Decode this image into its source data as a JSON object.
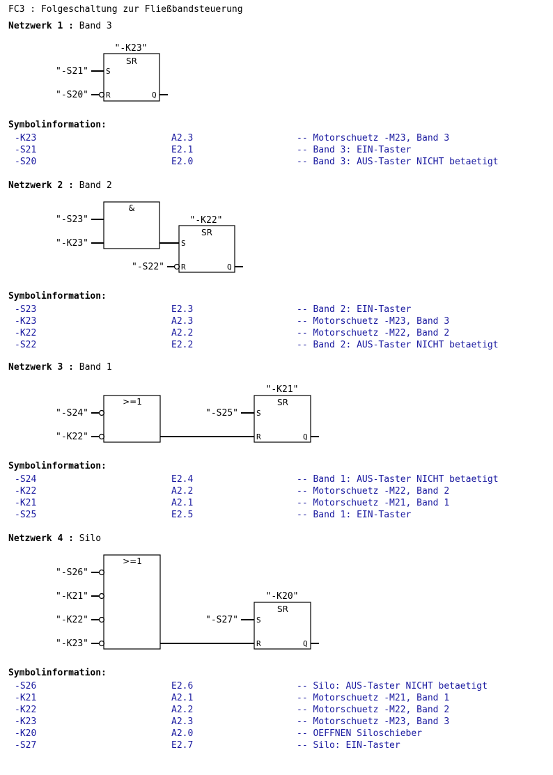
{
  "title": "FC3 : Folgeschaltung zur Fließbandsteuerung",
  "sym_header": "Symbolinformation:",
  "networks": [
    {
      "label": "Netzwerk 1",
      "sep": ":",
      "name": "Band 3",
      "blocks": {
        "sr_type": "SR",
        "sr_name": "\"-K23\"",
        "pin_s": "S",
        "pin_r": "R",
        "pin_q": "Q"
      },
      "inputs": {
        "s": "\"-S21\"",
        "r": "\"-S20\""
      },
      "symbols": [
        {
          "sym": "-K23",
          "addr": "A2.3",
          "comment": "-- Motorschuetz -M23, Band 3"
        },
        {
          "sym": "-S21",
          "addr": "E2.1",
          "comment": "-- Band 3: EIN-Taster"
        },
        {
          "sym": "-S20",
          "addr": "E2.0",
          "comment": "-- Band 3: AUS-Taster NICHT betaetigt"
        }
      ]
    },
    {
      "label": "Netzwerk 2",
      "sep": ":",
      "name": "Band 2",
      "blocks": {
        "logic_type": "&",
        "sr_type": "SR",
        "sr_name": "\"-K22\"",
        "pin_s": "S",
        "pin_r": "R",
        "pin_q": "Q"
      },
      "inputs": {
        "in1": "\"-S23\"",
        "in2": "\"-K23\"",
        "r": "\"-S22\""
      },
      "symbols": [
        {
          "sym": "-S23",
          "addr": "E2.3",
          "comment": "-- Band 2: EIN-Taster"
        },
        {
          "sym": "-K23",
          "addr": "A2.3",
          "comment": "-- Motorschuetz -M23, Band 3"
        },
        {
          "sym": "-K22",
          "addr": "A2.2",
          "comment": "-- Motorschuetz -M22, Band 2"
        },
        {
          "sym": "-S22",
          "addr": "E2.2",
          "comment": "-- Band 2: AUS-Taster NICHT betaetigt"
        }
      ]
    },
    {
      "label": "Netzwerk 3",
      "sep": ":",
      "name": "Band 1",
      "blocks": {
        "logic_type": ">=1",
        "sr_type": "SR",
        "sr_name": "\"-K21\"",
        "pin_s": "S",
        "pin_r": "R",
        "pin_q": "Q"
      },
      "inputs": {
        "in1": "\"-S24\"",
        "in2": "\"-K22\"",
        "s": "\"-S25\""
      },
      "symbols": [
        {
          "sym": "-S24",
          "addr": "E2.4",
          "comment": "-- Band 1: AUS-Taster NICHT betaetigt"
        },
        {
          "sym": "-K22",
          "addr": "A2.2",
          "comment": "-- Motorschuetz -M22, Band 2"
        },
        {
          "sym": "-K21",
          "addr": "A2.1",
          "comment": "-- Motorschuetz -M21, Band 1"
        },
        {
          "sym": "-S25",
          "addr": "E2.5",
          "comment": "-- Band 1: EIN-Taster"
        }
      ]
    },
    {
      "label": "Netzwerk 4",
      "sep": ":",
      "name": "Silo",
      "blocks": {
        "logic_type": ">=1",
        "sr_type": "SR",
        "sr_name": "\"-K20\"",
        "pin_s": "S",
        "pin_r": "R",
        "pin_q": "Q"
      },
      "inputs": {
        "in1": "\"-S26\"",
        "in2": "\"-K21\"",
        "in3": "\"-K22\"",
        "in4": "\"-K23\"",
        "s": "\"-S27\""
      },
      "symbols": [
        {
          "sym": "-S26",
          "addr": "E2.6",
          "comment": "-- Silo: AUS-Taster NICHT betaetigt"
        },
        {
          "sym": "-K21",
          "addr": "A2.1",
          "comment": "-- Motorschuetz -M21, Band 1"
        },
        {
          "sym": "-K22",
          "addr": "A2.2",
          "comment": "-- Motorschuetz -M22, Band 2"
        },
        {
          "sym": "-K23",
          "addr": "A2.3",
          "comment": "-- Motorschuetz -M23, Band 3"
        },
        {
          "sym": "-K20",
          "addr": "A2.0",
          "comment": "-- OEFFNEN Siloschieber"
        },
        {
          "sym": "-S27",
          "addr": "E2.7",
          "comment": "-- Silo: EIN-Taster"
        }
      ]
    }
  ]
}
